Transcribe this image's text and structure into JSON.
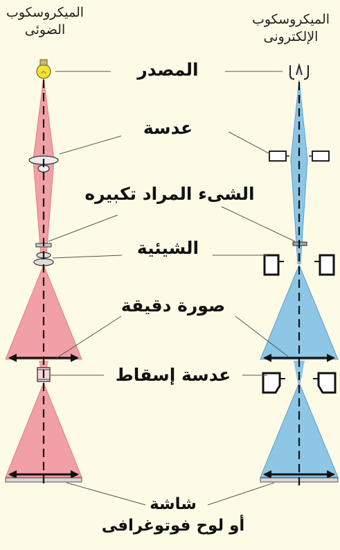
{
  "headers": {
    "light_line1": "الميكروسكوب",
    "light_line2": "الضوئى",
    "electron_line1": "الميكروسكوب",
    "electron_line2": "الإلكترونى"
  },
  "labels": {
    "source": "المصدر",
    "lens": "عدسة",
    "specimen": "الشىء المراد تكبيره",
    "objective": "الشيئية",
    "intermediate_image": "صورة دقيقة",
    "projection_lens": "عدسة إسقاط",
    "screen_line1": "شاشة",
    "screen_line2": "أو لوح فوتوغرافى"
  },
  "colors": {
    "light_beam": "#f0a0a6",
    "electron_beam": "#8ec6e6",
    "background": "#fdfbe6"
  }
}
